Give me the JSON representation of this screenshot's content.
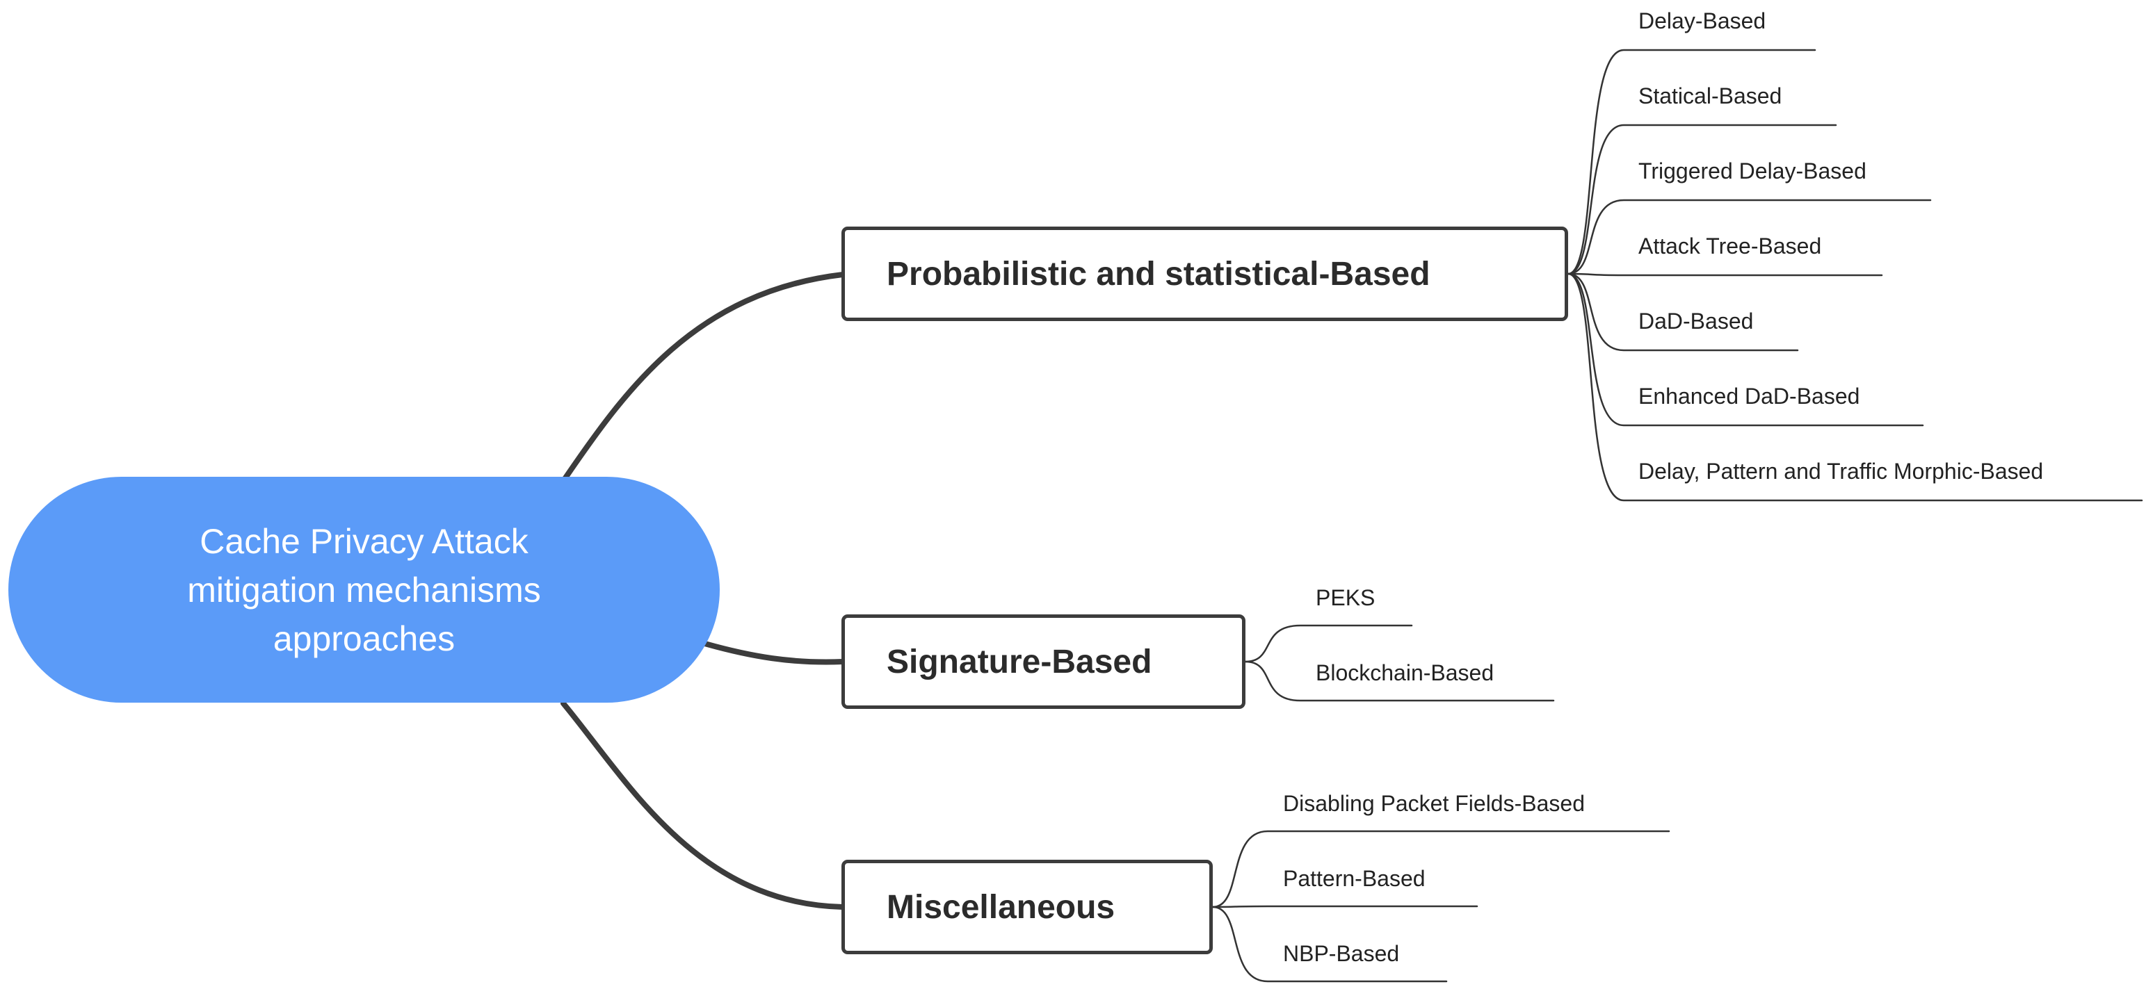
{
  "root": {
    "lines": [
      "Cache Privacy Attack",
      "mitigation mechanisms",
      "approaches"
    ],
    "color": "#5b9bf8"
  },
  "branches": [
    {
      "label": "Probabilistic and statistical-Based",
      "leaves": [
        "Delay-Based",
        "Statical-Based",
        "Triggered Delay-Based",
        "Attack Tree-Based",
        "DaD-Based",
        "Enhanced DaD-Based",
        "Delay, Pattern and Traffic Morphic-Based"
      ]
    },
    {
      "label": "Signature-Based",
      "leaves": [
        "PEKS",
        "Blockchain-Based"
      ]
    },
    {
      "label": "Miscellaneous",
      "leaves": [
        "Disabling Packet Fields-Based",
        "Pattern-Based",
        "NBP-Based"
      ]
    }
  ],
  "colors": {
    "line": "#3c3c3c",
    "leaf_line": "#333333"
  }
}
